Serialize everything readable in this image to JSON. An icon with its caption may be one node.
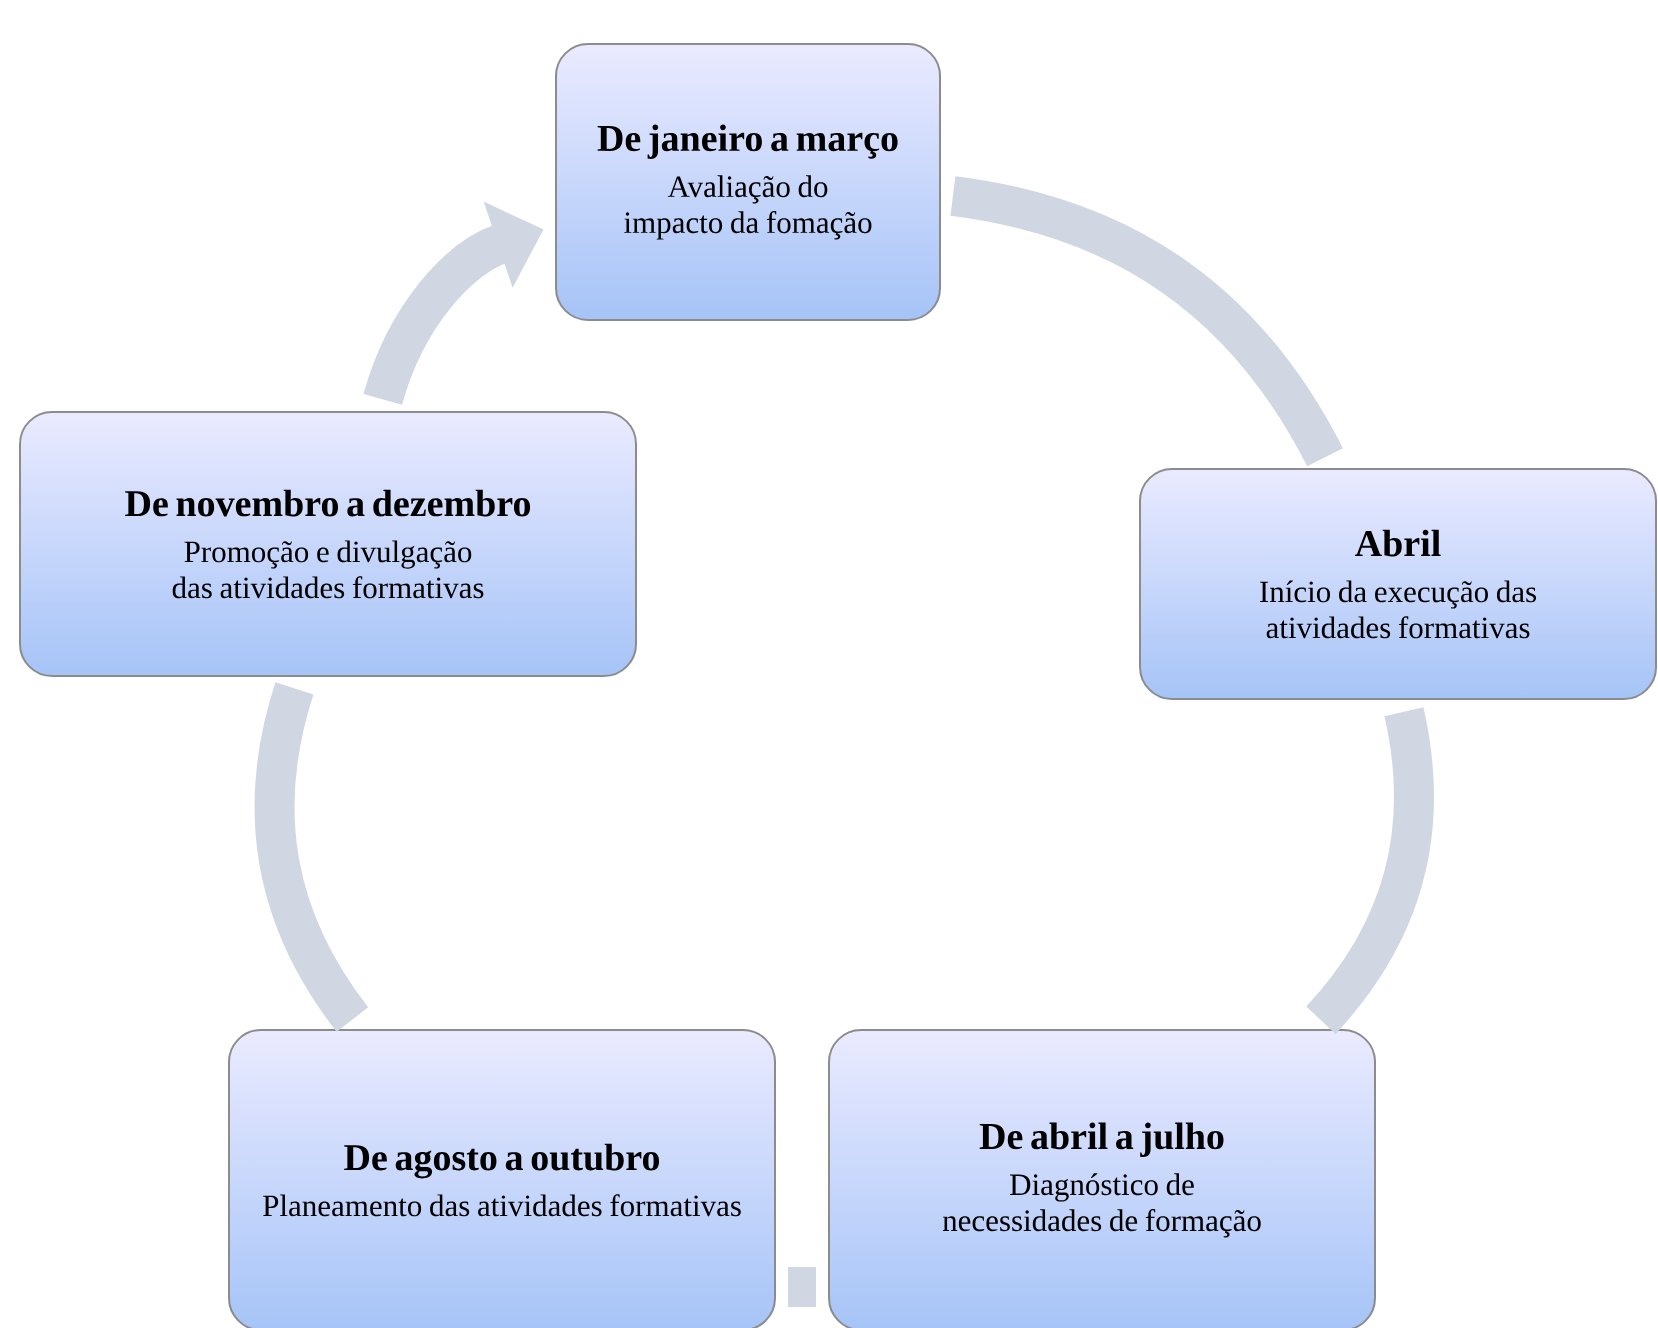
{
  "diagram": {
    "nodes": [
      {
        "text": [
          "De janeiro a março",
          "Avaliação do impacto da fomação"
        ]
      },
      {
        "text": [
          "De novembro a dezembro",
          "Promoção e divulgação das atividades formativas"
        ]
      },
      {
        "text": [
          "Abril",
          "Início da execução das atividades formativas"
        ]
      },
      {
        "text": [
          "De agosto a outubro",
          "Planeamento das atividades formativas"
        ]
      },
      {
        "text": [
          "De abril a julho",
          "Diagnóstico de necessidades de formação"
        ]
      }
    ],
    "edges": [
      {
        "from": 0,
        "to": 2,
        "arrow": "none"
      },
      {
        "from": 2,
        "to": 4,
        "arrow": "none"
      },
      {
        "from": 4,
        "to": 3,
        "arrow": "none"
      },
      {
        "from": 3,
        "to": 1,
        "arrow": "none"
      },
      {
        "from": 1,
        "to": 0,
        "arrow": "to"
      }
    ]
  }
}
